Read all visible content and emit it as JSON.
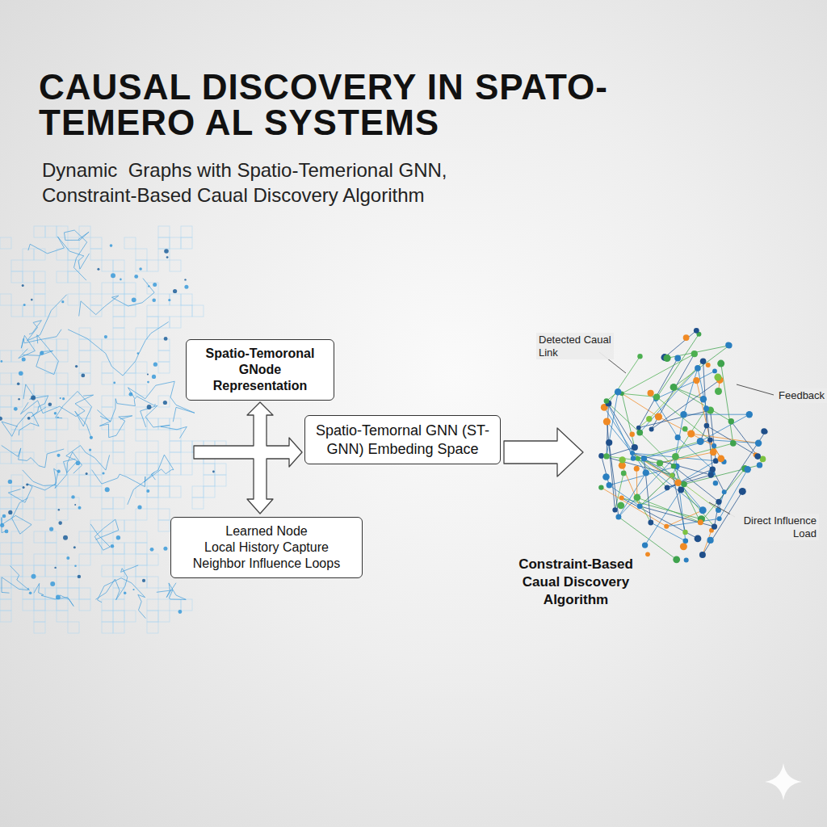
{
  "diagram": {
    "title": "CAUSAL DISCOVERY IN SPATO-TEMERO AL SYSTEMS",
    "nodes": [
      {
        "text": [
          "Spatio-Temoronal GNode Representation"
        ]
      },
      {
        "text": [
          "Spatio-Temornal GNN (ST-GNN) Embeding Space"
        ]
      },
      {
        "text": [
          "Learned Node",
          "Local History Capture Neighbor Influence Loops"
        ]
      }
    ],
    "labels": [
      "Dynamic  Graphs with Spatio-Temerional GNN, Constraint-Based Caual Discovery Algorithm",
      "Detected Caual Link",
      "Feedback",
      "Direct Influence Load",
      "Constraint-Based Caual Discovery Algorithm"
    ]
  }
}
